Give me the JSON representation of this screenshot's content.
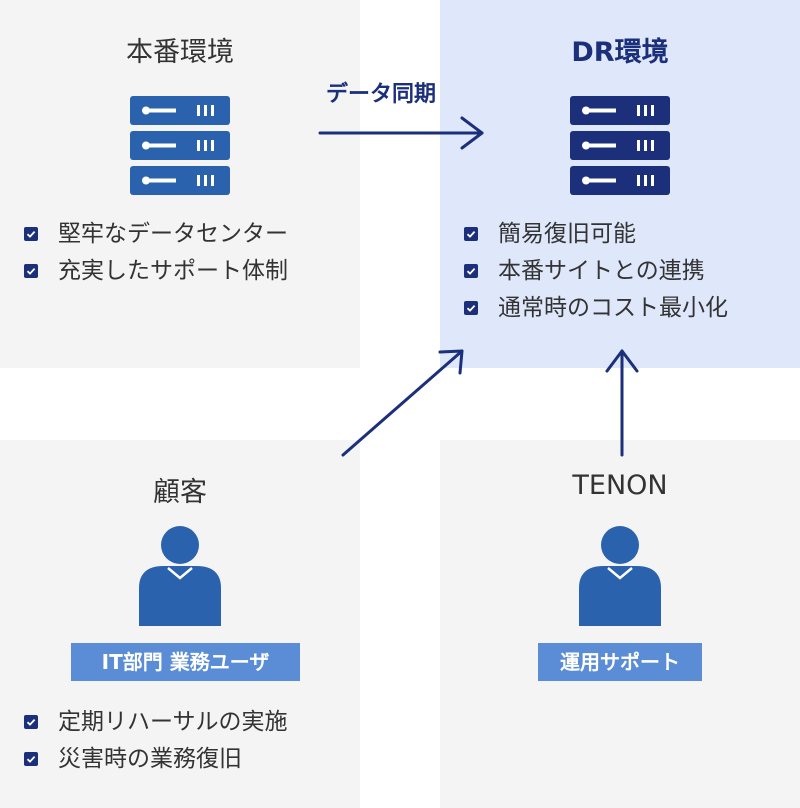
{
  "production": {
    "title": "本番環境",
    "features": [
      "堅牢なデータセンター",
      "充実したサポート体制"
    ]
  },
  "dr": {
    "title": "DR環境",
    "features": [
      "簡易復旧可能",
      "本番サイトとの連携",
      "通常時のコスト最小化"
    ]
  },
  "client": {
    "title": "顧客",
    "tag": "IT部門 業務ユーザ",
    "features": [
      "定期リハーサルの実施",
      "災害時の業務復旧"
    ]
  },
  "tenon": {
    "title": "TENON",
    "tag": "運用サポート"
  },
  "sync_label": "データ同期",
  "colors": {
    "navy": "#1b2f7a",
    "blue": "#2a62ad",
    "tag_blue": "#5b8dd6",
    "gray_panel": "#f4f4f4",
    "dr_panel": "#dfe7fb"
  },
  "icons": {
    "server": "server-icon",
    "person": "person-icon",
    "check": "checkbox-icon"
  }
}
